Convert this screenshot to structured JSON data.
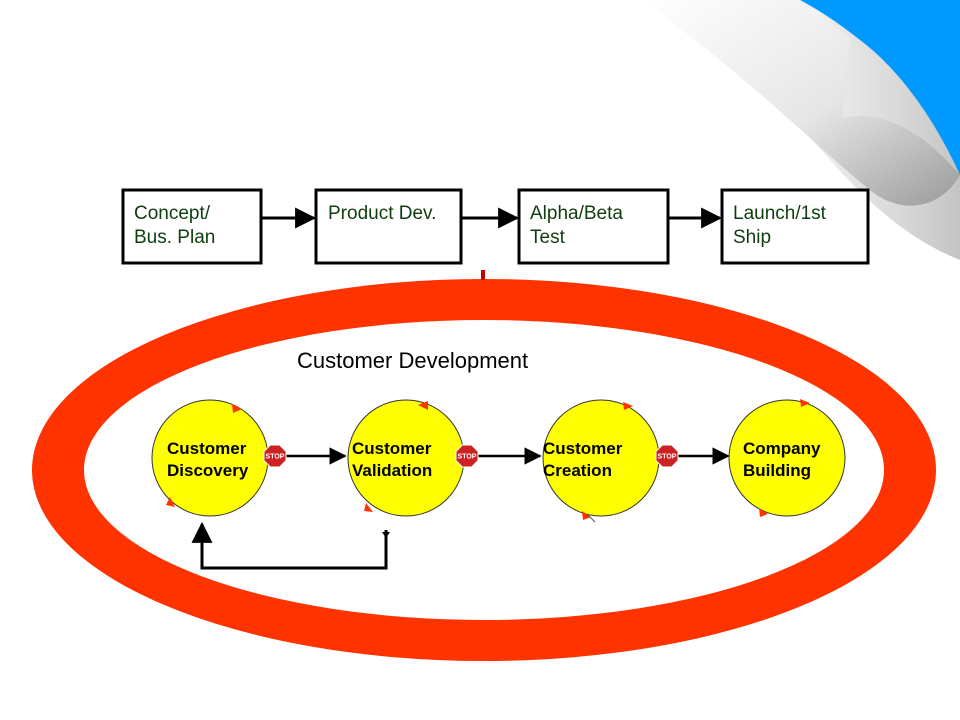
{
  "process_boxes": [
    {
      "line1": "Concept/",
      "line2": "Bus. Plan"
    },
    {
      "line1": "Product Dev.",
      "line2": ""
    },
    {
      "line1": "Alpha/Beta",
      "line2": "Test"
    },
    {
      "line1": "Launch/1st",
      "line2": "Ship"
    }
  ],
  "diagram_title": "Customer Development",
  "stages": [
    {
      "line1": "Customer",
      "line2": "Discovery"
    },
    {
      "line1": "Customer",
      "line2": "Validation"
    },
    {
      "line1": "Customer",
      "line2": "Creation"
    },
    {
      "line1": "Company",
      "line2": "Building"
    }
  ],
  "stop_sign_label": "STOP",
  "colors": {
    "ring": "#ff3300",
    "stage_fill": "#ffff00",
    "box_text": "#0f3d0f",
    "page_curl": "#0099ff"
  }
}
